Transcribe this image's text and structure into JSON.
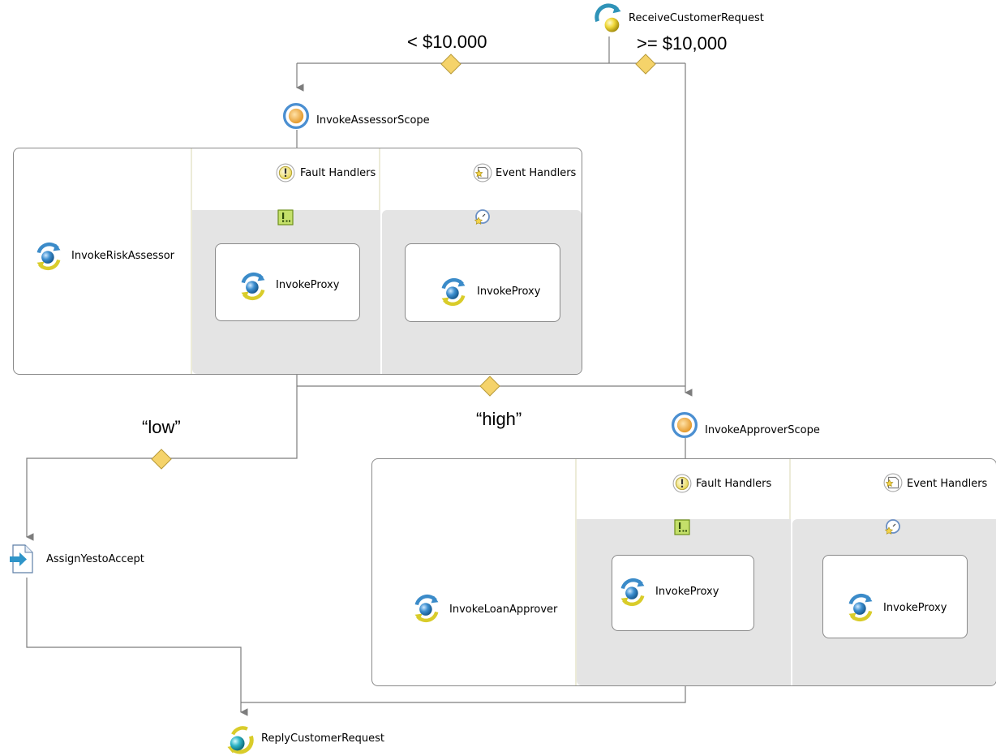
{
  "nodes": {
    "receive": "ReceiveCustomerRequest",
    "assessor_scope": "InvokeAssessorScope",
    "risk_assessor": "InvokeRiskAssessor",
    "approver_scope": "InvokeApproverScope",
    "loan_approver": "InvokeLoanApprover",
    "assign": "AssignYestoAccept",
    "reply": "ReplyCustomerRequest"
  },
  "scope1": {
    "fault_handlers": "Fault Handlers",
    "event_handlers": "Event Handlers",
    "fault_proxy": "InvokeProxy",
    "event_proxy": "InvokeProxy"
  },
  "scope2": {
    "fault_handlers": "Fault Handlers",
    "event_handlers": "Event Handlers",
    "fault_proxy": "InvokeProxy",
    "event_proxy": "InvokeProxy"
  },
  "conditions": {
    "low_amount": "< $10.000",
    "high_amount": ">= $10,000",
    "low_risk": "“low”",
    "high_risk": "“high”"
  },
  "icons": {
    "invoke": "invoke-activity-icon",
    "receive": "receive-activity-icon",
    "reply": "reply-activity-icon",
    "assign": "assign-activity-icon",
    "scope": "scope-icon",
    "fault": "fault-handler-icon",
    "event": "event-handler-icon",
    "catch": "catch-icon",
    "onevent": "on-event-icon",
    "condition": "condition-diamond-icon"
  },
  "colors": {
    "wire": "#7d7d7d",
    "diamond": "#f5d36a",
    "handler_panel": "#e4e4e4",
    "invoke_blue": "#3b8bc9",
    "invoke_yellow": "#d9cc2a"
  }
}
